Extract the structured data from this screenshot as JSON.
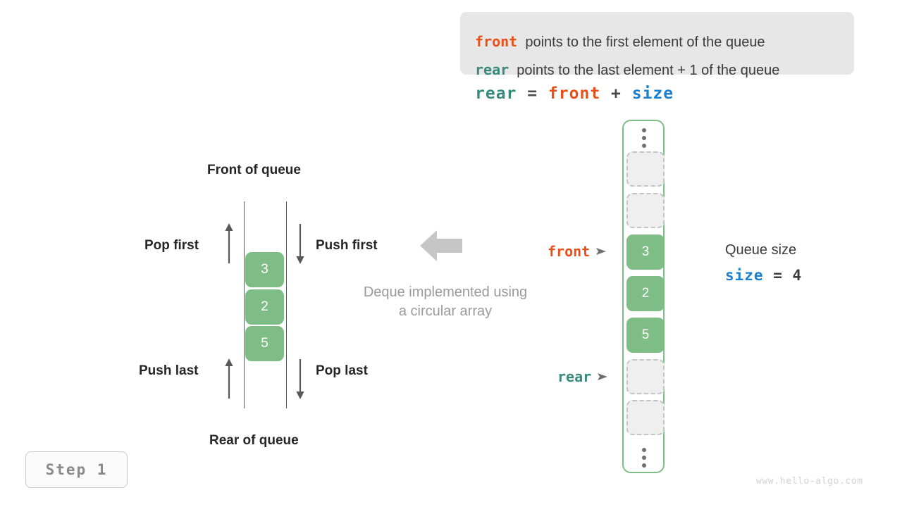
{
  "legend": {
    "lines": [
      {
        "term": "front",
        "term_color": "#e8501a",
        "text": "points to the first element of the queue"
      },
      {
        "term": "rear",
        "term_color": "#38897c",
        "text": "points to the last element + 1 of the queue"
      }
    ]
  },
  "formula": {
    "lhs": "rear",
    "eq": " = ",
    "rhs1": "front",
    "plus": " + ",
    "rhs2": "size"
  },
  "deque": {
    "front_label": "Front of queue",
    "rear_label": "Rear of queue",
    "operations": {
      "pop_first": "Pop first",
      "push_first": "Push first",
      "push_last": "Push last",
      "pop_last": "Pop last"
    },
    "cells": [
      "3",
      "2",
      "5"
    ],
    "caption_line_1": "Deque implemented using",
    "caption_line_2": "a circular array"
  },
  "array": {
    "slots": [
      {
        "value": "",
        "filled": false
      },
      {
        "value": "",
        "filled": false
      },
      {
        "value": "3",
        "filled": true
      },
      {
        "value": "2",
        "filled": true
      },
      {
        "value": "5",
        "filled": true
      },
      {
        "value": "",
        "filled": false
      },
      {
        "value": "",
        "filled": false
      }
    ],
    "pointers": {
      "front": "front",
      "rear": "rear"
    }
  },
  "queue_size": {
    "title": "Queue size",
    "var": "size",
    "eq": " = ",
    "value": "4"
  },
  "step_badge": "Step 1",
  "watermark": "www.hello-algo.com",
  "colors": {
    "front": "#e8501a",
    "rear": "#38897c",
    "size": "#1a7fd0",
    "cell_fill": "#7fbd86",
    "empty_fill": "#efefef",
    "container_border": "#7fbd86",
    "legend_bg": "#e7e7e7",
    "gray_arrow": "#c6c6c6"
  }
}
